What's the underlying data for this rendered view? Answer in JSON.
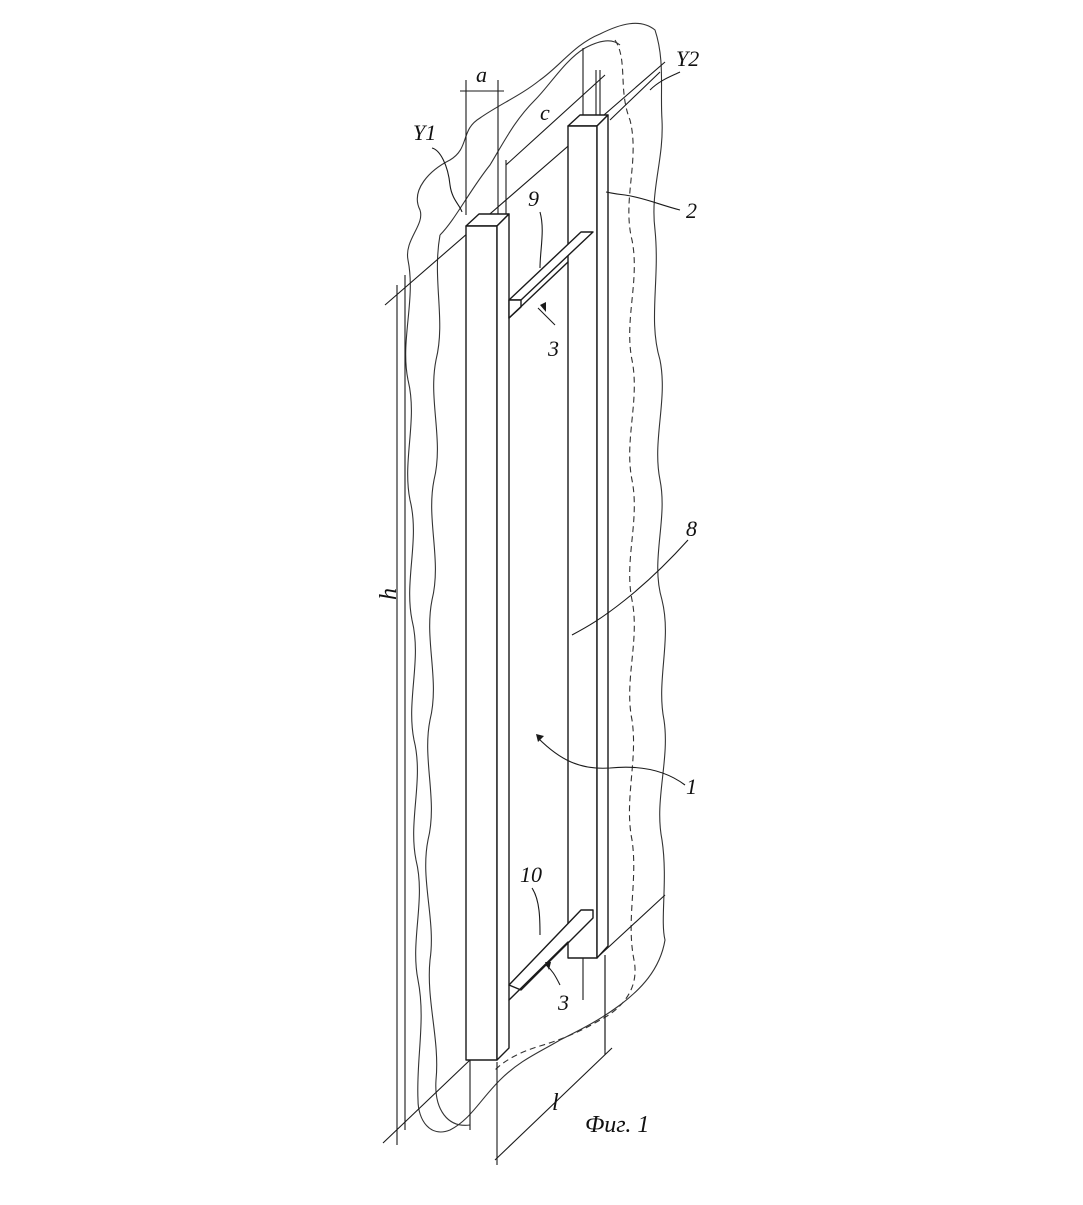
{
  "labels": {
    "a": "a",
    "c": "c",
    "y1": "Y1",
    "y2": "Y2",
    "nine": "9",
    "two": "2",
    "three_top": "3",
    "h": "h",
    "eight": "8",
    "one": "1",
    "ten": "10",
    "three_bottom": "3",
    "l": "l"
  },
  "caption": "Фиг. 1"
}
